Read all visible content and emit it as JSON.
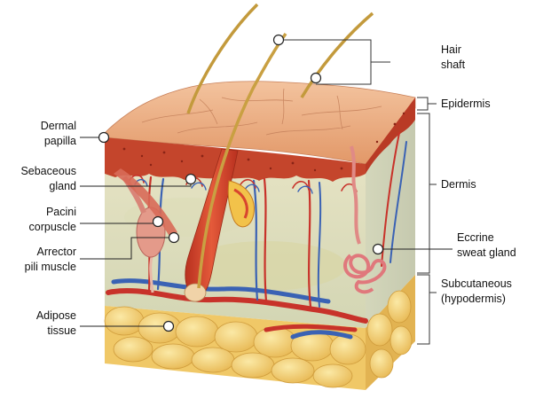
{
  "diagram": {
    "labels": {
      "hair_shaft_1": "Hair",
      "hair_shaft_2": "shaft",
      "epidermis": "Epidermis",
      "dermis": "Dermis",
      "eccrine_1": "Eccrine",
      "eccrine_2": "sweat gland",
      "subcutaneous_1": "Subcutaneous",
      "subcutaneous_2": "(hypodermis)",
      "dermal_papilla_1": "Dermal",
      "dermal_papilla_2": "papilla",
      "sebaceous_1": "Sebaceous",
      "sebaceous_2": "gland",
      "pacini_1": "Pacini",
      "pacini_2": "corpuscle",
      "arrector_1": "Arrector",
      "arrector_2": "pili muscle",
      "adipose_1": "Adipose",
      "adipose_2": "tissue"
    },
    "colors": {
      "epidermis": "#e9a57a",
      "dermis_front": "#d9dbb8",
      "dermis_side": "#c9ccb0",
      "red_layer": "#c0402a",
      "fat": "#f2d178",
      "fat_edge": "#d7a845",
      "artery": "#c8322a",
      "vein": "#3a62b4",
      "hair": "#c9a042",
      "follicle": "#d8452e"
    }
  }
}
